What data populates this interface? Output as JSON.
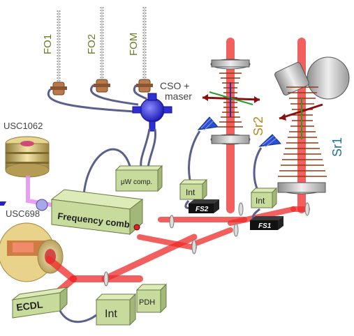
{
  "clocks": {
    "fo1": "FO1",
    "fo2": "FO2",
    "fom": "FOM"
  },
  "cso": {
    "line1": "CSO +",
    "line2": "maser"
  },
  "labels": {
    "usc1062": "USC1062",
    "usc698": "USC698",
    "sr1": "Sr1",
    "sr2": "Sr2"
  },
  "boxes": {
    "uw_comp": "μW comp.",
    "frequency_comb": "Frequency comb",
    "int_sr2": "Int",
    "int_sr1": "Int",
    "fs2": "FS2",
    "fs1": "FS1",
    "ecdl": "ECDL",
    "int_main": "Int",
    "pdh": "PDH"
  },
  "colors": {
    "laser": "#ee2a2a",
    "box_face": "#c7dc9c",
    "box_top": "#dcebb7",
    "box_side": "#a2b878",
    "fountain_label": "#6b7a2a",
    "cso_label": "#444444",
    "sr1_label": "#1d6f99",
    "sr2_label": "#b58a1c",
    "maser": "#2f2fd8",
    "coil": "#8b3a12",
    "violet_beam": "#e58ef0"
  }
}
